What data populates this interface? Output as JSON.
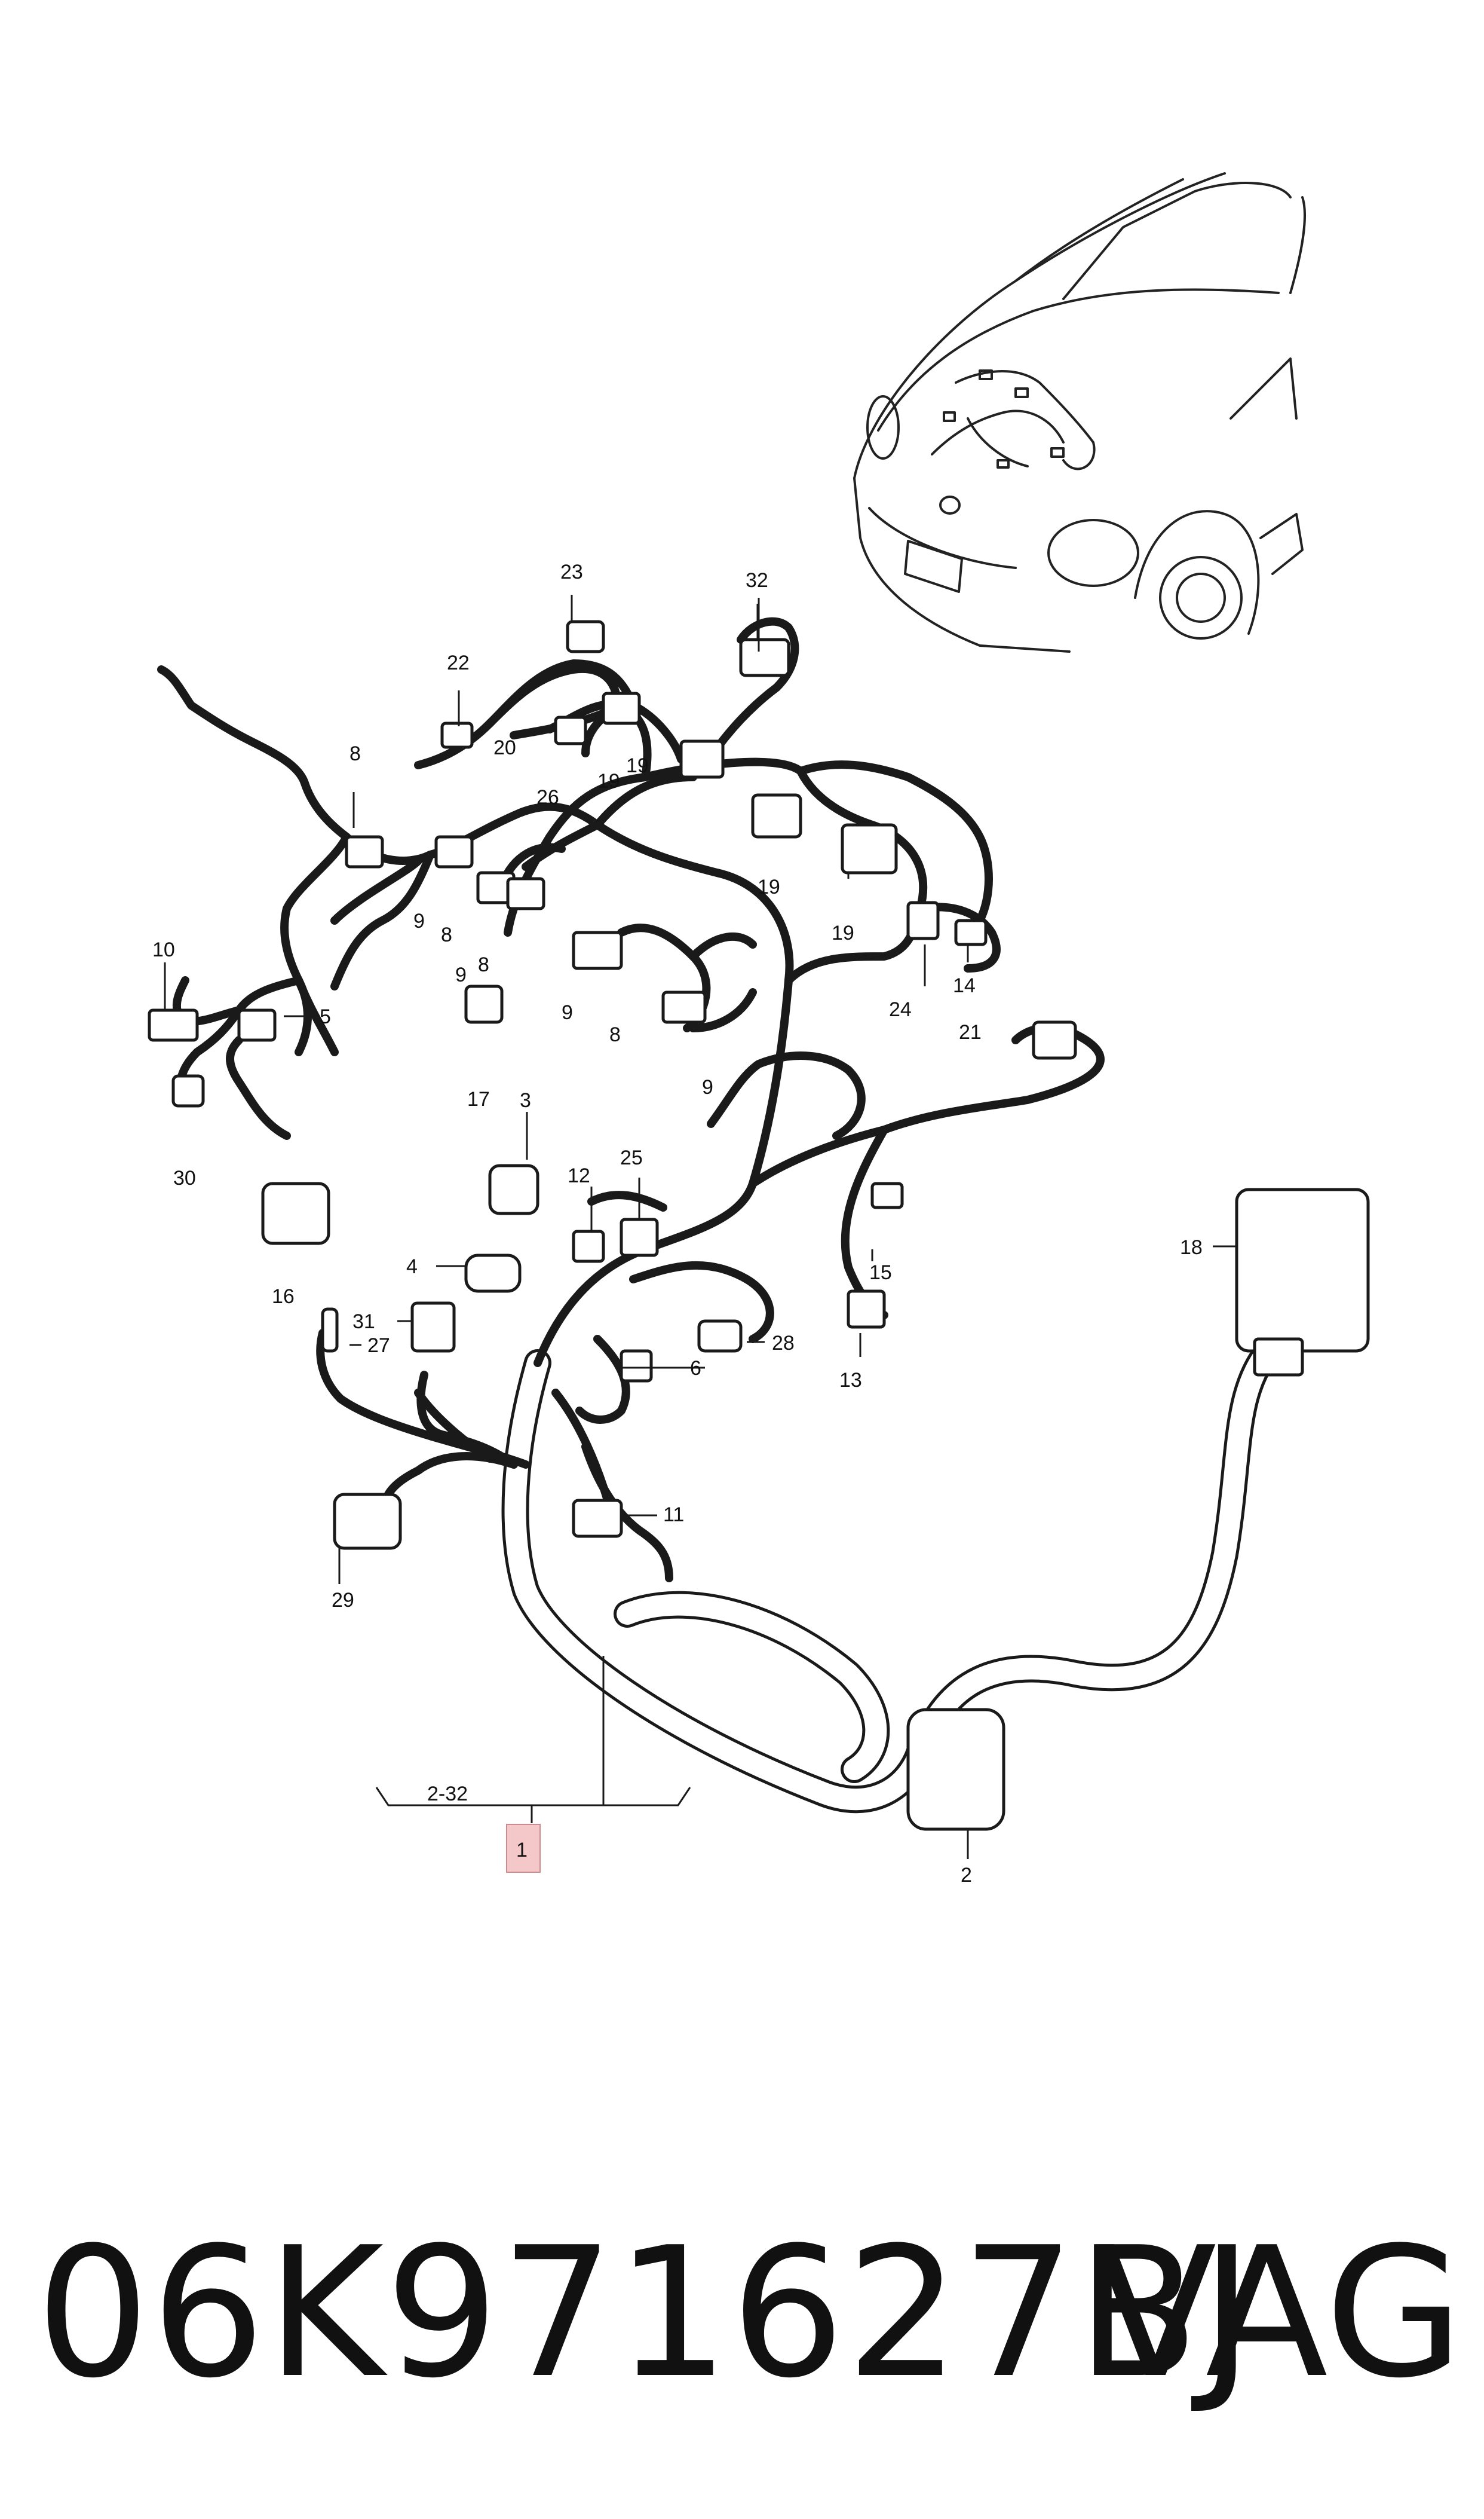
{
  "diagram": {
    "callouts": {
      "c1": "1",
      "c2": "2",
      "c3": "3",
      "c4": "4",
      "c5": "5",
      "c6": "6",
      "c8a": "8",
      "c8b": "8",
      "c8c": "8",
      "c8d": "8",
      "c9a": "9",
      "c9b": "9",
      "c9c": "9",
      "c9d": "9",
      "c10": "10",
      "c11": "11",
      "c12": "12",
      "c13": "13",
      "c14": "14",
      "c15": "15",
      "c16": "16",
      "c17": "17",
      "c18": "18",
      "c19a": "19",
      "c19b": "19",
      "c19c": "19",
      "c19d": "19",
      "c20": "20",
      "c21": "21",
      "c22": "22",
      "c23": "23",
      "c24": "24",
      "c25": "25",
      "c26": "26",
      "c27": "27",
      "c28": "28",
      "c29": "29",
      "c30": "30",
      "c31": "31",
      "c32": "32",
      "range": "2-32"
    },
    "highlight_color": "#f4c7c9"
  },
  "footer": {
    "part_number": "06K971627BJ",
    "brand": "VAG"
  }
}
